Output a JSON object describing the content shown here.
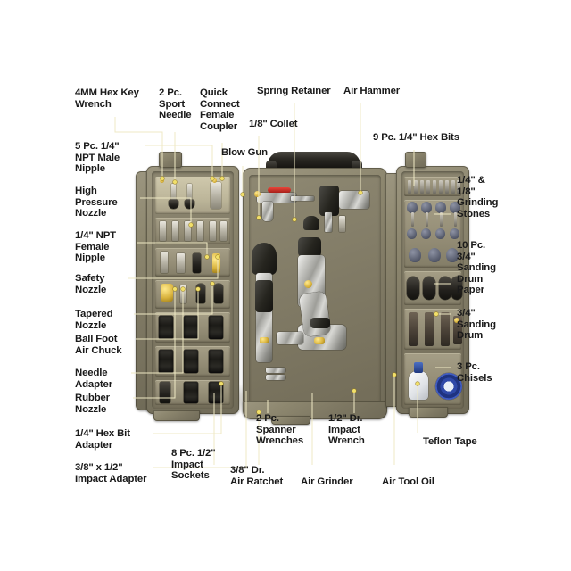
{
  "diagram": {
    "title": "Air Tool Kit Callout Diagram",
    "subject": "Air tool accessory kit in blow-molded carrying case",
    "background_color": "#ffffff",
    "leader_line_color": "#efe9c4",
    "leader_dot_color": "#f2e06a",
    "label_text_color": "#1a1a1a",
    "case_color": "#8a8470"
  },
  "callouts": {
    "left": [
      {
        "id": "hex-key-wrench",
        "text": "4MM Hex Key\nWrench"
      },
      {
        "id": "npt-male-nipple",
        "text": "5 Pc. 1/4\"\nNPT Male\nNipple"
      },
      {
        "id": "high-pressure-nozzle",
        "text": "High\nPressure\nNozzle"
      },
      {
        "id": "npt-female-nipple",
        "text": "1/4\" NPT\nFemale\nNipple"
      },
      {
        "id": "safety-nozzle",
        "text": "Safety\nNozzle"
      },
      {
        "id": "tapered-nozzle",
        "text": "Tapered\nNozzle"
      },
      {
        "id": "ball-foot-air-chuck",
        "text": "Ball Foot\nAir Chuck"
      },
      {
        "id": "needle-adapter",
        "text": "Needle\nAdapter"
      },
      {
        "id": "rubber-nozzle",
        "text": "Rubber\nNozzle"
      },
      {
        "id": "hex-bit-adapter",
        "text": "1/4\" Hex Bit\nAdapter"
      },
      {
        "id": "impact-adapter",
        "text": "3/8\" x 1/2\"\nImpact Adapter"
      }
    ],
    "top": [
      {
        "id": "sport-needle",
        "text": "2 Pc.\nSport\nNeedle"
      },
      {
        "id": "quick-connect-coupler",
        "text": "Quick\nConnect\nFemale\nCoupler"
      },
      {
        "id": "collet",
        "text": "1/8\" Collet"
      },
      {
        "id": "blow-gun",
        "text": "Blow Gun"
      },
      {
        "id": "spring-retainer",
        "text": "Spring Retainer"
      },
      {
        "id": "air-hammer",
        "text": "Air Hammer"
      },
      {
        "id": "hex-bits",
        "text": "9 Pc. 1/4\" Hex Bits"
      }
    ],
    "right": [
      {
        "id": "grinding-stones",
        "text": "1/4\" &\n1/8\"\nGrinding\nStones"
      },
      {
        "id": "sanding-drum-paper",
        "text": "10 Pc.\n3/4\"\nSanding\nDrum\nPaper"
      },
      {
        "id": "sanding-drum",
        "text": "3/4\"\nSanding\nDrum"
      },
      {
        "id": "chisels",
        "text": "3 Pc.\nChisels"
      }
    ],
    "bottom": [
      {
        "id": "impact-sockets",
        "text": "8 Pc. 1/2\"\nImpact\nSockets"
      },
      {
        "id": "air-ratchet",
        "text": "3/8\" Dr.\nAir Ratchet"
      },
      {
        "id": "spanner-wrenches",
        "text": "2 Pc.\nSpanner\nWrenches"
      },
      {
        "id": "air-grinder",
        "text": "Air Grinder"
      },
      {
        "id": "impact-wrench",
        "text": "1/2\" Dr.\nImpact\nWrench"
      },
      {
        "id": "air-tool-oil",
        "text": "Air Tool Oil"
      },
      {
        "id": "teflon-tape",
        "text": "Teflon Tape"
      }
    ]
  }
}
